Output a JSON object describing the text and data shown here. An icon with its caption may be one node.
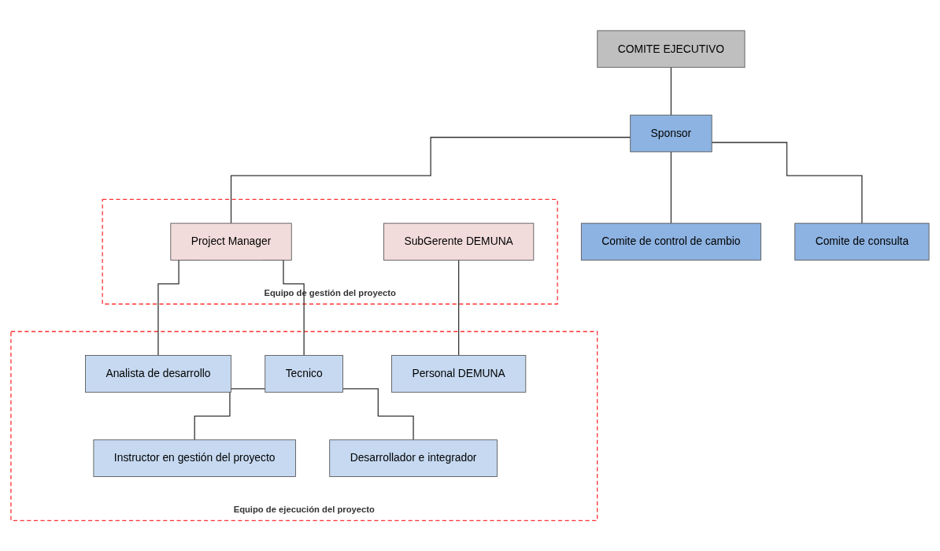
{
  "diagram": {
    "nodes": [
      {
        "text": [
          "COMITE EJECUTIVO"
        ]
      },
      {
        "text": [
          "Sponsor"
        ]
      },
      {
        "text": [
          "Comite de control de cambio"
        ]
      },
      {
        "text": [
          "Comite de consulta"
        ]
      },
      {
        "text": [
          "Equipo de gestión del proyecto"
        ]
      },
      {
        "text": [
          "Project Manager"
        ],
        "in": 4
      },
      {
        "text": [
          "SubGerente DEMUNA"
        ],
        "in": 4
      },
      {
        "text": [
          "Equipo de ejecución del proyecto"
        ]
      },
      {
        "text": [
          "Analista de desarrollo"
        ],
        "in": 7
      },
      {
        "text": [
          "Instructor en gestión del proyecto"
        ],
        "in": 7
      },
      {
        "text": [
          "Tecnico"
        ],
        "in": 7
      },
      {
        "text": [
          "Desarrollador e integrador"
        ],
        "in": 7
      },
      {
        "text": [
          "Personal DEMUNA"
        ],
        "in": 7
      }
    ],
    "edges": [
      {
        "from": 0,
        "to": 1,
        "arrow": "none"
      },
      {
        "from": 1,
        "to": 2,
        "arrow": "none"
      },
      {
        "from": 1,
        "to": 3,
        "arrow": "none"
      },
      {
        "from": 1,
        "to": 5,
        "arrow": "none"
      },
      {
        "from": 5,
        "to": 8,
        "arrow": "none"
      },
      {
        "from": 5,
        "to": 10,
        "arrow": "none"
      },
      {
        "from": 10,
        "to": 9,
        "arrow": "none"
      },
      {
        "from": 10,
        "to": 11,
        "arrow": "none"
      },
      {
        "from": 6,
        "to": 12,
        "arrow": "none"
      }
    ]
  }
}
